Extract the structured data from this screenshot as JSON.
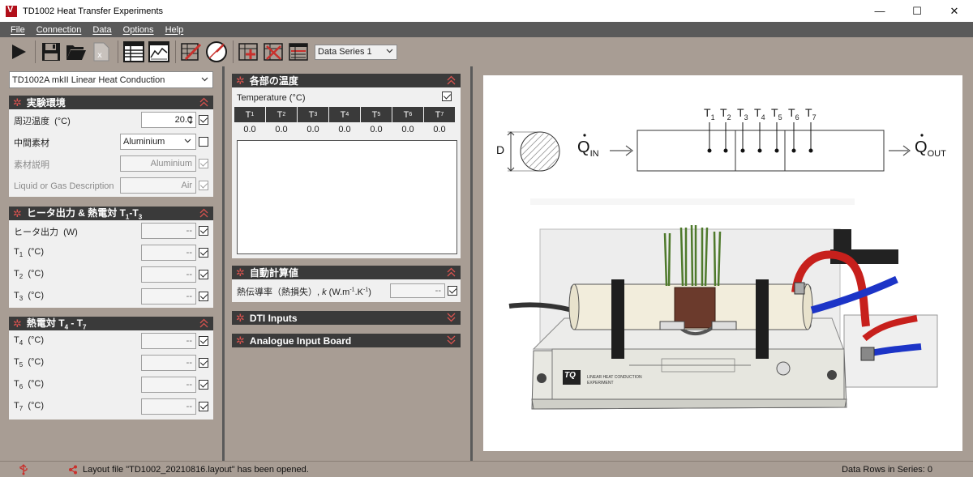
{
  "window": {
    "title": "TD1002 Heat Transfer Experiments",
    "controls": {
      "minimize": "—",
      "maximize": "☐",
      "close": "✕"
    }
  },
  "menu": [
    "File",
    "Connection",
    "Data",
    "Options",
    "Help"
  ],
  "toolbar": {
    "series_select": "Data Series 1"
  },
  "left_panel": {
    "experiment_select": "TD1002A mkII Linear Heat Conduction",
    "env_section": {
      "title": "実験環境",
      "ambient_label": "周辺温度",
      "ambient_unit": "(°C)",
      "ambient_value": "20.0",
      "intermediate_label": "中間素材",
      "intermediate_value": "Aluminium",
      "material_desc_label": "素材説明",
      "material_desc_value": "Aluminium",
      "liquid_label": "Liquid or Gas Description",
      "liquid_value": "Air"
    },
    "heater_section": {
      "title_main": "ヒータ出力 & 熱電対 T",
      "title_sub1": "1",
      "title_dash": "-T",
      "title_sub2": "3",
      "heater_label": "ヒータ出力",
      "heater_unit": "(W)",
      "heater_value": "--",
      "rows": [
        {
          "t": "T",
          "sub": "1",
          "unit": "(°C)",
          "value": "--"
        },
        {
          "t": "T",
          "sub": "2",
          "unit": "(°C)",
          "value": "--"
        },
        {
          "t": "T",
          "sub": "3",
          "unit": "(°C)",
          "value": "--"
        }
      ]
    },
    "tc_section": {
      "title_main": "熱電対 T",
      "title_sub1": "4",
      "title_dash": " - T",
      "title_sub2": "7",
      "rows": [
        {
          "t": "T",
          "sub": "4",
          "unit": "(°C)",
          "value": "--"
        },
        {
          "t": "T",
          "sub": "5",
          "unit": "(°C)",
          "value": "--"
        },
        {
          "t": "T",
          "sub": "6",
          "unit": "(°C)",
          "value": "--"
        },
        {
          "t": "T",
          "sub": "7",
          "unit": "(°C)",
          "value": "--"
        }
      ]
    }
  },
  "middle_panel": {
    "temps_section": {
      "title": "各部の温度",
      "temperature_label": "Temperature (°C)",
      "columns": [
        {
          "t": "T",
          "sub": "1",
          "value": "0.0"
        },
        {
          "t": "T",
          "sub": "2",
          "value": "0.0"
        },
        {
          "t": "T",
          "sub": "3",
          "value": "0.0"
        },
        {
          "t": "T",
          "sub": "4",
          "value": "0.0"
        },
        {
          "t": "T",
          "sub": "5",
          "value": "0.0"
        },
        {
          "t": "T",
          "sub": "6",
          "value": "0.0"
        },
        {
          "t": "T",
          "sub": "7",
          "value": "0.0"
        }
      ]
    },
    "auto_calc": {
      "title": "自動計算値",
      "conductivity_label": "熱伝導率（熱損失）, ",
      "k_symbol": "k",
      "unit_open": " (W.m",
      "unit_exp1": "-1",
      "unit_mid": ".K",
      "unit_exp2": "-1",
      "unit_close": ")",
      "value": "--"
    },
    "dti_inputs": {
      "title": "DTI Inputs"
    },
    "analogue": {
      "title": "Analogue Input Board"
    }
  },
  "diagram": {
    "d_label": "D",
    "q_in": "Q",
    "q_in_sub": "IN",
    "q_out": "Q",
    "q_out_sub": "OUT",
    "tc_labels": [
      {
        "t": "T",
        "sub": "1"
      },
      {
        "t": "T",
        "sub": "2"
      },
      {
        "t": "T",
        "sub": "3"
      },
      {
        "t": "T",
        "sub": "4"
      },
      {
        "t": "T",
        "sub": "5"
      },
      {
        "t": "T",
        "sub": "6"
      },
      {
        "t": "T",
        "sub": "7"
      }
    ],
    "plate_brand": "TQ",
    "plate_caption_1": "LINEAR HEAT CONDUCTION",
    "plate_caption_2": "EXPERIMENT"
  },
  "status": {
    "message": "Layout file \"TD1002_20210816.layout\" has been opened.",
    "rows": "Data Rows in Series: 0"
  }
}
